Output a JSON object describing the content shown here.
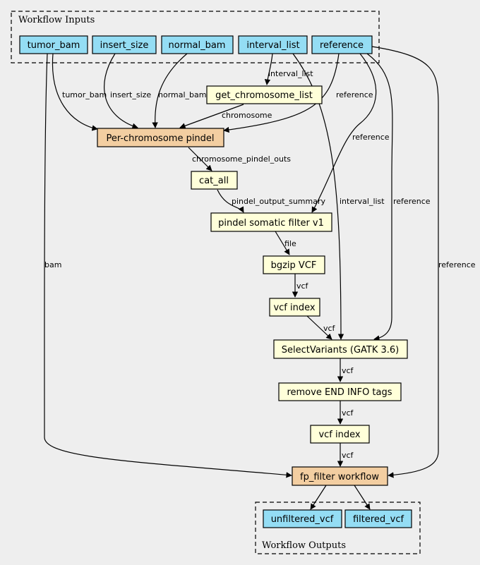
{
  "clusters": {
    "inputs": "Workflow Inputs",
    "outputs": "Workflow Outputs"
  },
  "nodes": {
    "tumor_bam": "tumor_bam",
    "insert_size": "insert_size",
    "normal_bam": "normal_bam",
    "interval_list": "interval_list",
    "reference": "reference",
    "get_chromosome_list": "get_chromosome_list",
    "per_chromosome_pindel": "Per-chromosome pindel",
    "cat_all": "cat_all",
    "pindel_somatic_filter": "pindel somatic filter v1",
    "bgzip_vcf": "bgzip VCF",
    "vcf_index_1": "vcf index",
    "select_variants": "SelectVariants (GATK 3.6)",
    "remove_end_info": "remove END INFO tags",
    "vcf_index_2": "vcf index",
    "fp_filter": "fp_filter workflow",
    "unfiltered_vcf": "unfiltered_vcf",
    "filtered_vcf": "filtered_vcf"
  },
  "edges": {
    "tumor_bam": "tumor_bam",
    "insert_size": "insert_size",
    "normal_bam": "normal_bam",
    "interval_list_to_chrom": "interval_list",
    "reference_to_pindel": "reference",
    "chromosome": "chromosome",
    "reference_to_filter": "reference",
    "chromosome_pindel_outs": "chromosome_pindel_outs",
    "pindel_output_summary": "pindel_output_summary",
    "interval_list_to_select": "interval_list",
    "reference_to_select": "reference",
    "file": "file",
    "vcf_1": "vcf",
    "vcf_2": "vcf",
    "vcf_3": "vcf",
    "vcf_4": "vcf",
    "vcf_5": "vcf",
    "bam": "bam",
    "reference_to_fp": "reference"
  },
  "colors": {
    "background": "#eeeeee",
    "io_node": "#94ddf4",
    "step_node": "#ffffd9",
    "subworkflow_node": "#f3cea1"
  }
}
